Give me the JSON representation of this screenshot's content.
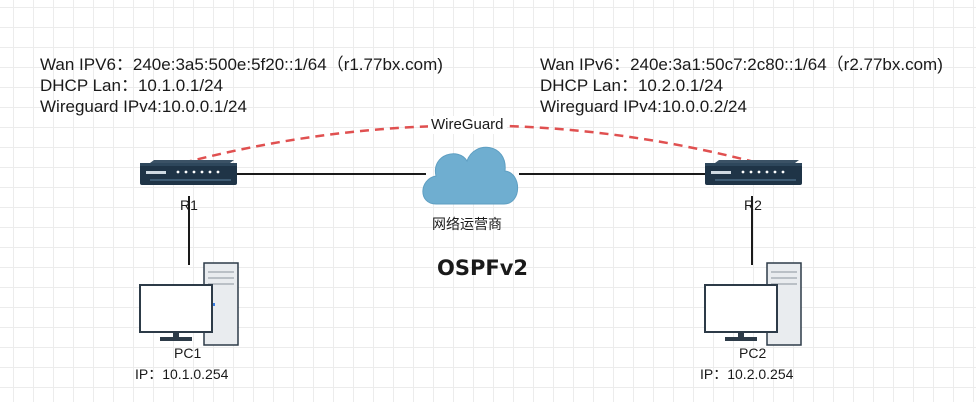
{
  "title": "OSPFv2",
  "r1": {
    "name": "R1",
    "wan": "Wan IPV6：240e:3a5:500e:5f20::1/64（r1.77bx.com)",
    "lan": "DHCP Lan：10.1.0.1/24",
    "wg": "Wireguard IPv4:10.0.0.1/24"
  },
  "r2": {
    "name": "R2",
    "wan": "Wan IPv6：240e:3a1:50c7:2c80::1/64（r2.77bx.com)",
    "lan": "DHCP Lan：10.2.0.1/24",
    "wg": "Wireguard IPv4:10.0.0.2/24"
  },
  "isp": {
    "label": "网络运营商",
    "icon": "cloud-icon"
  },
  "tunnel": {
    "label": "WireGuard"
  },
  "pc1": {
    "name": "PC1",
    "ip": "IP：10.1.0.254"
  },
  "pc2": {
    "name": "PC2",
    "ip": "IP：10.2.0.254"
  },
  "colors": {
    "tunnel": "#e05050",
    "link": "#1a1a1a",
    "cloud": "#6faed0",
    "router": "#1f3447"
  }
}
